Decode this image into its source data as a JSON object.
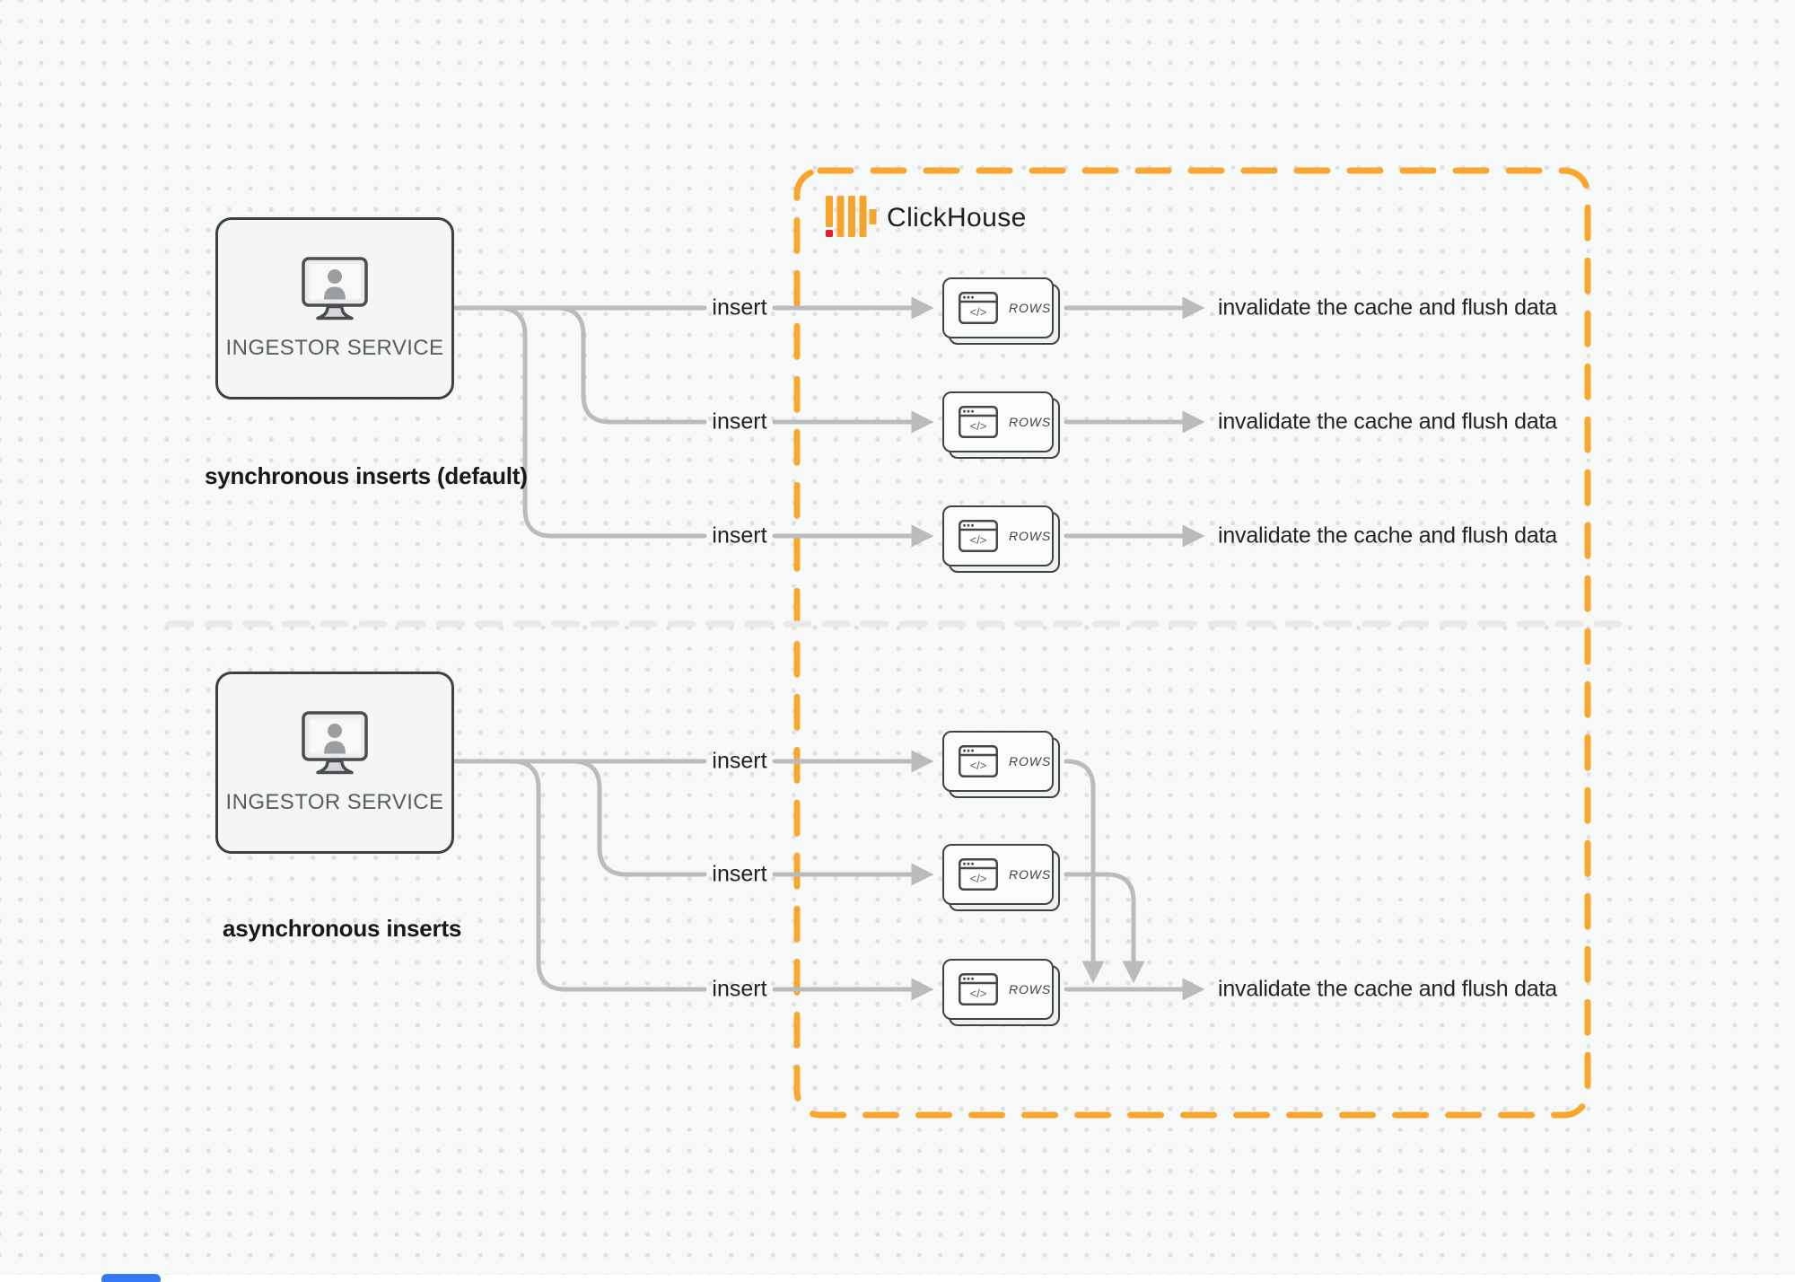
{
  "clickhouse": {
    "wordmark": "ClickHouse"
  },
  "icons": {
    "code_glyph": "</>"
  },
  "sync": {
    "caption": "synchronous inserts (default)",
    "ingestor_label": "INGESTOR SERVICE",
    "rows": [
      {
        "insert": "insert",
        "card": "ROWS",
        "result": "invalidate the cache and flush data"
      },
      {
        "insert": "insert",
        "card": "ROWS",
        "result": "invalidate the cache and flush data"
      },
      {
        "insert": "insert",
        "card": "ROWS",
        "result": "invalidate the cache and flush data"
      }
    ]
  },
  "async": {
    "caption": "asynchronous inserts",
    "ingestor_label": "INGESTOR SERVICE",
    "rows": [
      {
        "insert": "insert",
        "card": "ROWS"
      },
      {
        "insert": "insert",
        "card": "ROWS"
      },
      {
        "insert": "insert",
        "card": "ROWS"
      }
    ],
    "result": "invalidate the cache and flush data"
  },
  "colors": {
    "boundary_orange": "#F7A72E",
    "logo_yellow": "#F8A42C",
    "logo_red": "#E8212E",
    "connector_gray": "#BABBBD",
    "divider_gray": "#E8E9EA",
    "background": "#F7F8F8",
    "text_dark": "#232427"
  }
}
